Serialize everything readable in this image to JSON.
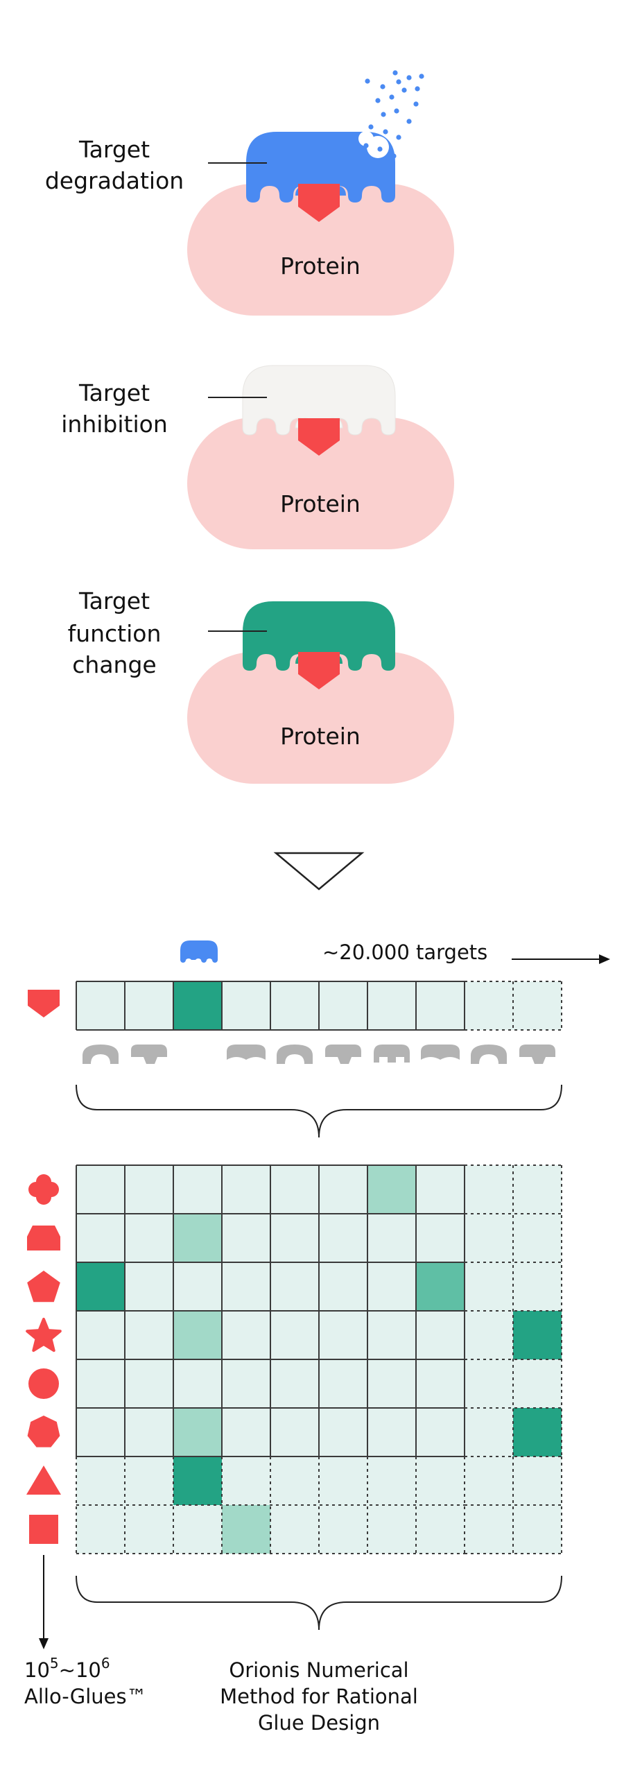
{
  "panels": [
    {
      "label_lines": [
        "Target",
        "degradation"
      ],
      "protein": "Protein",
      "glue_color": "#4a8af2",
      "variant": "degradation"
    },
    {
      "label_lines": [
        "Target",
        "inhibition"
      ],
      "protein": "Protein",
      "glue_color": "#f4f3f1",
      "variant": "inhibition"
    },
    {
      "label_lines": [
        "Target",
        "function",
        "change"
      ],
      "protein": "Protein",
      "glue_color": "#23a384",
      "variant": "function_change"
    }
  ],
  "colors": {
    "protein": "#fad0cf",
    "pocket": "#f5484a",
    "cell_fill": "#e3f2ef",
    "cell_stroke": "#3a3a3a",
    "hit_strong": "#23a384",
    "hit_mid": "#5fbfa5",
    "hit_light": "#a2d9c8",
    "silhouette": "#b3b3b3"
  },
  "icons": {
    "transition": "down-triangle-outline",
    "target_marker": "blue-glue-icon",
    "arrows": [
      "right-arrow",
      "down-arrow"
    ],
    "row_shapes": [
      "clover",
      "hexagon-flat",
      "pentagon",
      "star",
      "circle",
      "heptagon",
      "triangle",
      "square"
    ]
  },
  "screening": {
    "targets_label": "~20.000 targets",
    "top_row_highlight_col": 2,
    "silhouette_gap_col": 2
  },
  "library": {
    "count_base": "10",
    "count_exp_from": "5",
    "count_sep": "~",
    "count_exp_to": "6",
    "name": "Allo-Glues™"
  },
  "method": {
    "lines": [
      "Orionis Numerical",
      "Method for Rational",
      "Glue Design"
    ]
  },
  "matrix": {
    "rows": 8,
    "cols": 10,
    "solid_cols": 8,
    "solid_rows": 6,
    "hits": [
      {
        "row": 0,
        "col": 6,
        "level": "light"
      },
      {
        "row": 1,
        "col": 2,
        "level": "light"
      },
      {
        "row": 2,
        "col": 0,
        "level": "strong"
      },
      {
        "row": 2,
        "col": 7,
        "level": "mid"
      },
      {
        "row": 3,
        "col": 2,
        "level": "light"
      },
      {
        "row": 3,
        "col": 9,
        "level": "strong"
      },
      {
        "row": 5,
        "col": 2,
        "level": "light"
      },
      {
        "row": 5,
        "col": 9,
        "level": "strong"
      },
      {
        "row": 6,
        "col": 2,
        "level": "strong"
      },
      {
        "row": 7,
        "col": 3,
        "level": "light"
      }
    ]
  }
}
